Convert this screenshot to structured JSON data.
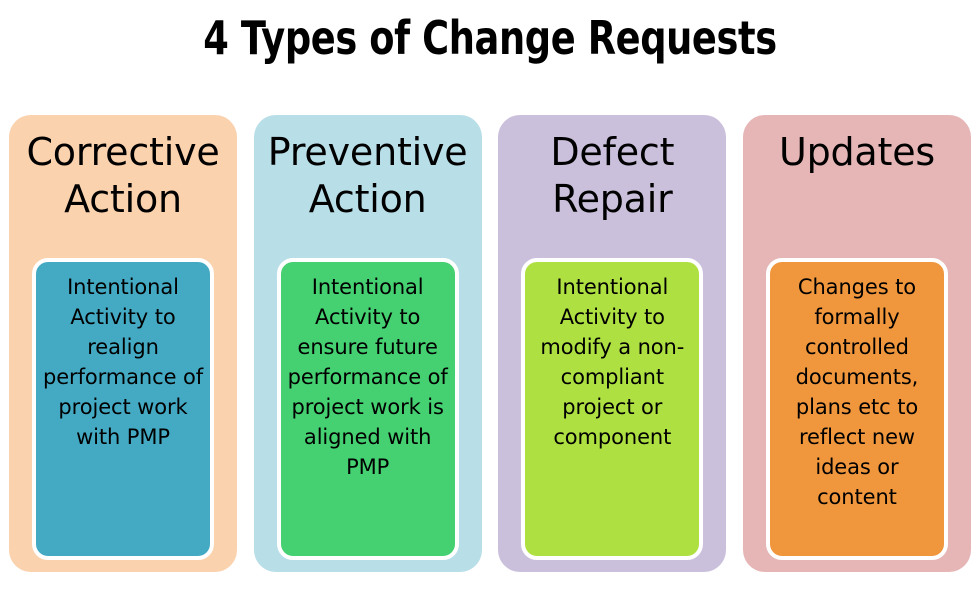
{
  "title": "4 Types of Change Requests",
  "background_color": "#ffffff",
  "title_color": "#000000",
  "cards": [
    {
      "heading": "Corrective Action",
      "body": "Intentional Activity to realign performance of project work with PMP",
      "outer_color": "#fbd2ae",
      "inner_color": "#44aac4"
    },
    {
      "heading": "Preventive Action",
      "body": "Intentional Activity to ensure future performance of project work is aligned with PMP",
      "outer_color": "#b8dee8",
      "inner_color": "#45d071"
    },
    {
      "heading": "Defect Repair",
      "body": "Intentional Activity to modify a non-compliant project or component",
      "outer_color": "#cbc0dc",
      "inner_color": "#aee042"
    },
    {
      "heading": "Updates",
      "body": "Changes to formally controlled documents, plans etc to reflect new ideas or content",
      "outer_color": "#e6b6b6",
      "inner_color": "#f0973e"
    }
  ]
}
